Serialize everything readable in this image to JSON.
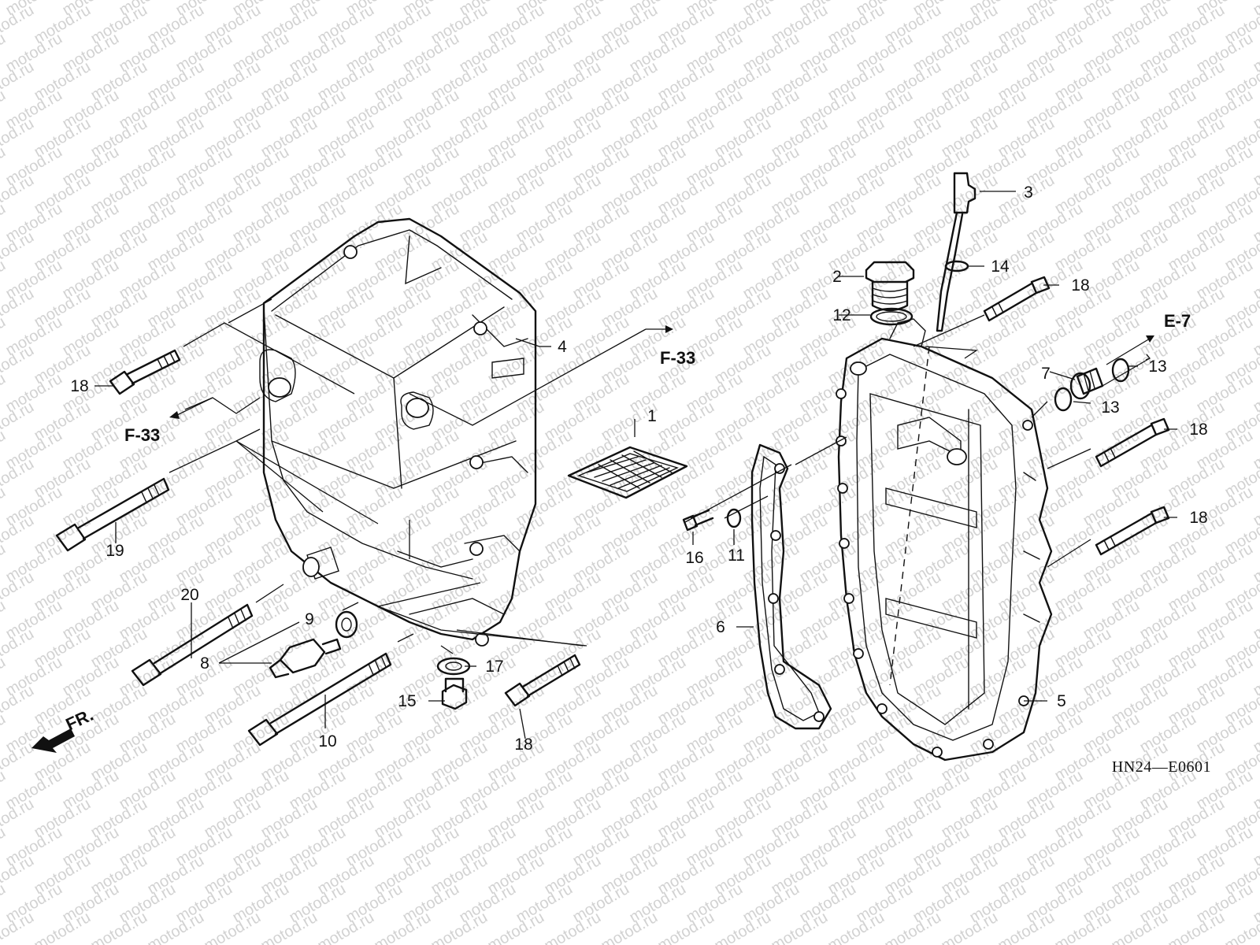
{
  "watermark": "motod.ru",
  "diagram_code": "HN24—E0601",
  "front_marker": "FR.",
  "refs": {
    "f33_left": "F-33",
    "f33_right": "F-33",
    "e7": "E-7"
  },
  "callouts": [
    {
      "id": "c1",
      "label": "1"
    },
    {
      "id": "c2",
      "label": "2"
    },
    {
      "id": "c3",
      "label": "3"
    },
    {
      "id": "c4",
      "label": "4"
    },
    {
      "id": "c5",
      "label": "5"
    },
    {
      "id": "c6",
      "label": "6"
    },
    {
      "id": "c7",
      "label": "7"
    },
    {
      "id": "c8",
      "label": "8"
    },
    {
      "id": "c9",
      "label": "9"
    },
    {
      "id": "c10",
      "label": "10"
    },
    {
      "id": "c11",
      "label": "11"
    },
    {
      "id": "c12",
      "label": "12"
    },
    {
      "id": "c13a",
      "label": "13"
    },
    {
      "id": "c13b",
      "label": "13"
    },
    {
      "id": "c14",
      "label": "14"
    },
    {
      "id": "c15",
      "label": "15"
    },
    {
      "id": "c16",
      "label": "16"
    },
    {
      "id": "c17",
      "label": "17"
    },
    {
      "id": "c18a",
      "label": "18"
    },
    {
      "id": "c18b",
      "label": "18"
    },
    {
      "id": "c18c",
      "label": "18"
    },
    {
      "id": "c18d",
      "label": "18"
    },
    {
      "id": "c18e",
      "label": "18"
    },
    {
      "id": "c19",
      "label": "19"
    },
    {
      "id": "c20",
      "label": "20"
    }
  ]
}
